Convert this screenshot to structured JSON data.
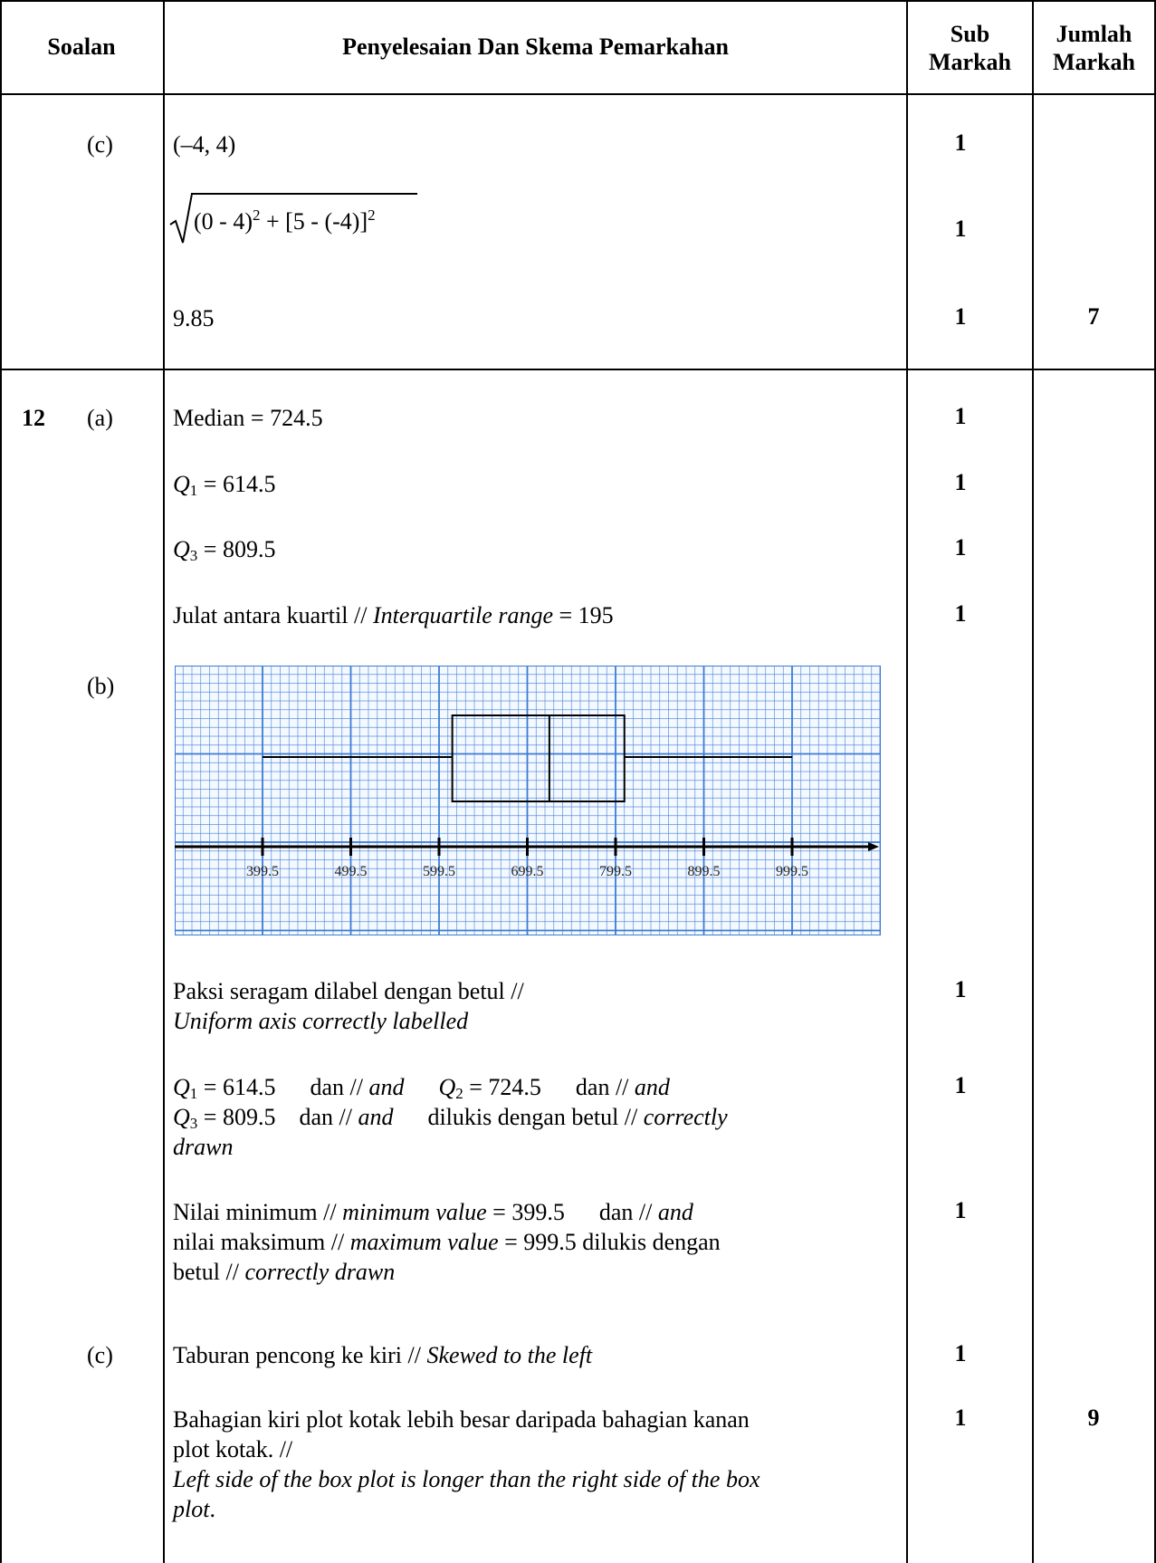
{
  "header": {
    "soalan": "Soalan",
    "penyelesaian": "Penyelesaian Dan Skema Pemarkahan",
    "sub_markah_1": "Sub",
    "sub_markah_2": "Markah",
    "jumlah_markah_1": "Jumlah",
    "jumlah_markah_2": "Markah"
  },
  "q11c": {
    "part": "(c)",
    "line1": "(–4, 4)",
    "sqrt_a": "(0 - 4)",
    "sqrt_exp": "2",
    "sqrt_b": " + [5 - (-4)]",
    "line3": "9.85",
    "marks": [
      "1",
      "1",
      "1"
    ],
    "total": "7"
  },
  "q12": {
    "number": "12",
    "part_a": "(a)",
    "median": "Median = 724.5",
    "q1_sym": "Q",
    "q1_sub": "1",
    "q1_val": " = 614.5",
    "q3_sym": "Q",
    "q3_sub": "3",
    "q3_val": " = 809.5",
    "iqr_pre": "Julat antara kuartil // ",
    "iqr_it": "Interquartile range",
    "iqr_post": " = 195",
    "marks_a": [
      "1",
      "1",
      "1",
      "1"
    ],
    "part_b": "(b)",
    "b1_l1": "Paksi seragam dilabel dengan betul //",
    "b1_l2": "Uniform axis correctly labelled",
    "b2_q1": " = 614.5",
    "b2_dan": "dan // ",
    "b2_and": "and",
    "b2_q2": " = 724.5",
    "b2_q3": " = 809.5",
    "b2_drawn": "dilukis dengan betul // ",
    "b2_correctly": "correctly",
    "b2_drawn2": "drawn",
    "b3_l1a": "Nilai minimum // ",
    "b3_l1b": "minimum value",
    "b3_l1c": " = 399.5",
    "b3_l2a": "nilai maksimum // ",
    "b3_l2b": "maximum value",
    "b3_l2c": " = 999.5 dilukis dengan",
    "b3_l3a": "betul // ",
    "b3_l3b": "correctly drawn",
    "marks_b": [
      "1",
      "1",
      "1"
    ],
    "part_c": "(c)",
    "c1a": "Taburan pencong ke kiri // ",
    "c1b": "Skewed to the left",
    "c2_l1": "Bahagian kiri plot kotak lebih besar daripada bahagian kanan",
    "c2_l2": "plot kotak. //",
    "c2_l3": "Left side of the box plot is longer than the right side of the box",
    "c2_l4": "plot",
    "c2_l4b": ".",
    "marks_c": [
      "1",
      "1"
    ],
    "total": "9"
  },
  "chart_data": {
    "type": "box",
    "ticks": [
      "399.5",
      "499.5",
      "599.5",
      "699.5",
      "799.5",
      "899.5",
      "999.5"
    ],
    "tick_values": [
      399.5,
      499.5,
      599.5,
      699.5,
      799.5,
      899.5,
      999.5
    ],
    "min": 399.5,
    "q1": 614.5,
    "median": 724.5,
    "q3": 809.5,
    "max": 999.5,
    "grid_color": "#3a7bd5"
  }
}
